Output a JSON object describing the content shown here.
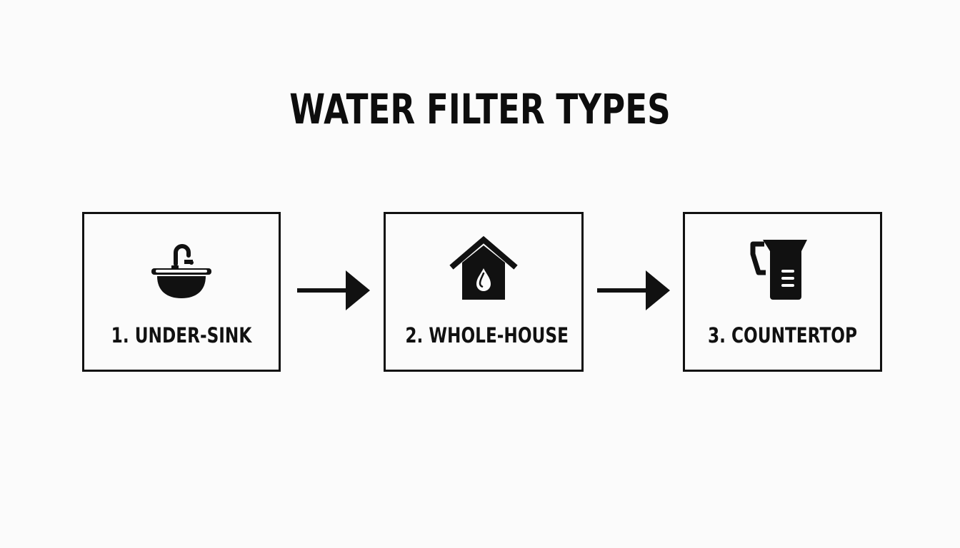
{
  "title": "WATER FILTER TYPES",
  "steps": [
    {
      "label": "1. UNDER-SINK",
      "icon": "sink-faucet-icon"
    },
    {
      "label": "2. WHOLE-HOUSE",
      "icon": "house-water-drop-icon"
    },
    {
      "label": "3. COUNTERTOP",
      "icon": "pitcher-icon"
    }
  ],
  "connectors": [
    "arrow-right-icon",
    "arrow-right-icon"
  ],
  "colors": {
    "ink": "#111111",
    "background": "#fbfbfb"
  }
}
